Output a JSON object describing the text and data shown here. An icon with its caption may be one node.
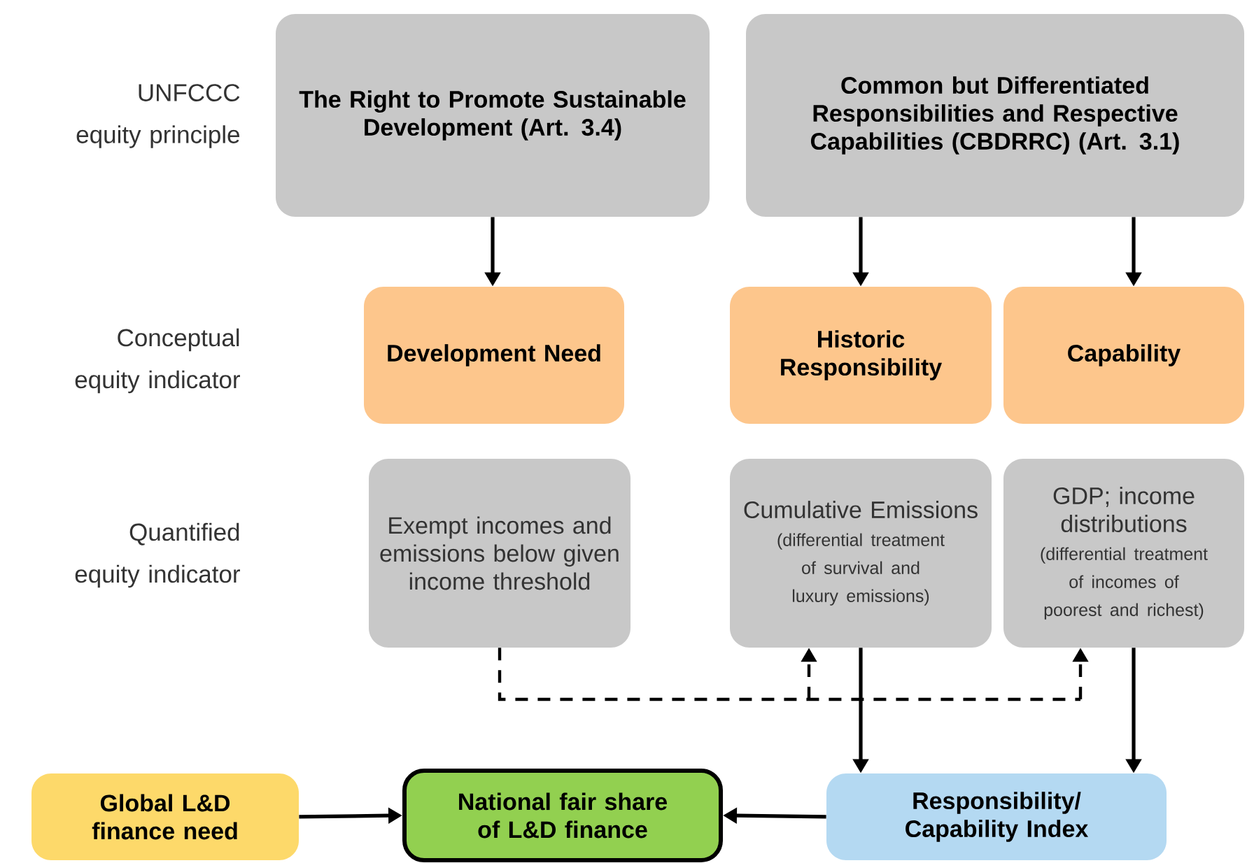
{
  "diagram": {
    "nodes": [
      {
        "text": [
          "The Right to Promote Sustainable Development (Art. 3.4)"
        ]
      },
      {
        "text": [
          "Common but Differentiated Responsibilities and Respective Capabilities (CBDRRC) (Art. 3.1)"
        ]
      },
      {
        "text": [
          "Development Need"
        ]
      },
      {
        "text": [
          "Historic Responsibility"
        ]
      },
      {
        "text": [
          "Capability"
        ]
      },
      {
        "text": [
          "Exempt incomes and emissions below given income threshold"
        ]
      },
      {
        "text": [
          "Cumulative Emissions",
          "(differential treatment of survival and luxury emissions)"
        ]
      },
      {
        "text": [
          "GDP; income distributions",
          "(differential treatment of incomes of poorest and richest)"
        ]
      },
      {
        "text": [
          "Global L&D finance need"
        ]
      },
      {
        "text": [
          "National fair share of L&D finance"
        ]
      },
      {
        "text": [
          "Responsibility/ Capability Index"
        ]
      }
    ],
    "edges": [
      {
        "from": 0,
        "to": 2,
        "arrow": "to"
      },
      {
        "from": 1,
        "to": 3,
        "arrow": "to"
      },
      {
        "from": 1,
        "to": 4,
        "arrow": "to"
      },
      {
        "from": 5,
        "to": 6,
        "arrow": "to",
        "style": "dashed"
      },
      {
        "from": 5,
        "to": 7,
        "arrow": "to",
        "style": "dashed"
      },
      {
        "from": 6,
        "to": 10,
        "arrow": "to"
      },
      {
        "from": 7,
        "to": 10,
        "arrow": "to"
      },
      {
        "from": 8,
        "to": 9,
        "arrow": "to"
      },
      {
        "from": 10,
        "to": 9,
        "arrow": "to"
      }
    ],
    "labels": [
      "UNFCCC equity principle",
      "Conceptual equity indicator",
      "Quantified equity indicator"
    ]
  }
}
